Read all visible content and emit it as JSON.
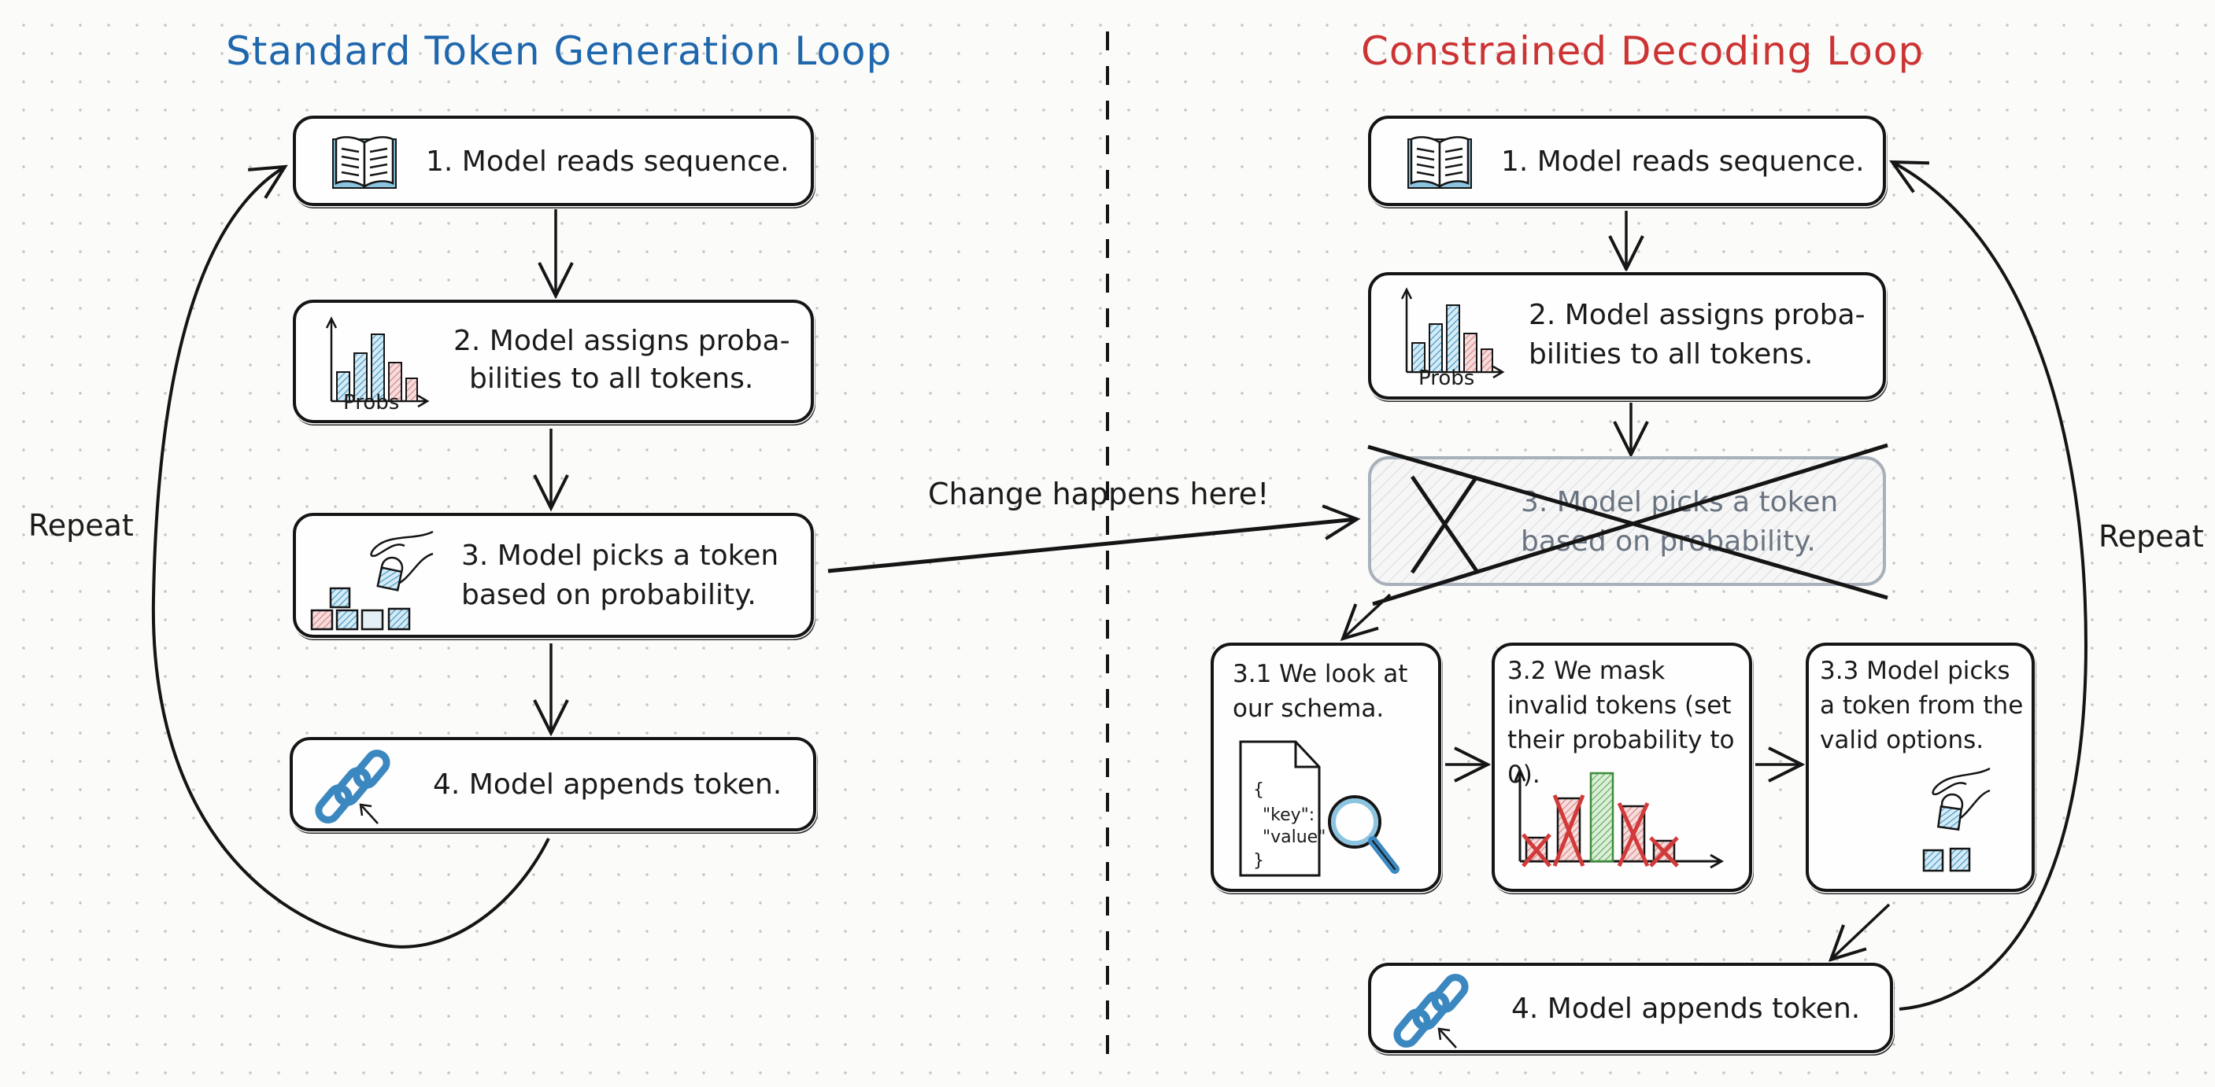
{
  "diagram": {
    "left": {
      "title": "Standard Token Generation Loop",
      "title_color": "#1f67ad",
      "steps": [
        {
          "label": "1. Model reads sequence.",
          "icon": "open-book-icon"
        },
        {
          "label_line1": "2. Model assigns proba-",
          "label_line2": "bilities to all tokens.",
          "icon": "probability-bar-chart-icon",
          "icon_caption": "Probs"
        },
        {
          "label_line1": "3. Model picks a token",
          "label_line2": "based on probability.",
          "icon": "hand-picking-block-icon"
        },
        {
          "label": "4. Model appends token.",
          "icon": "chain-link-icon"
        }
      ],
      "loop_label": "Repeat"
    },
    "right": {
      "title": "Constrained Decoding Loop",
      "title_color": "#cc3333",
      "steps": [
        {
          "label": "1. Model reads sequence.",
          "icon": "open-book-icon"
        },
        {
          "label_line1": "2. Model assigns proba-",
          "label_line2": "bilities to all tokens.",
          "icon": "probability-bar-chart-icon",
          "icon_caption": "Probs"
        },
        {
          "label_line1": "3. Model picks a token",
          "label_line2": "based on probability.",
          "icon": "x-mark-icon",
          "state": "crossed-out"
        },
        {
          "label": "4. Model appends token.",
          "icon": "chain-link-icon"
        }
      ],
      "substeps": [
        {
          "label": "3.1 We look at our schema.",
          "icon": "schema-document-magnifier-icon",
          "schema_lines": [
            "{",
            "\"key\":",
            "\"value\"",
            "}"
          ]
        },
        {
          "label": "3.2 We mask invalid tokens (set their probability to 0).",
          "icon": "masked-bar-chart-icon"
        },
        {
          "label": "3.3 Model picks a token from the valid options.",
          "icon": "hand-picking-block-icon"
        }
      ],
      "loop_label": "Repeat"
    },
    "annotation": "Change happens here!",
    "colors": {
      "blue_fill": "#8cc4e0",
      "red_fill": "#e8a8a8",
      "green_fill": "#8cc48c",
      "mask_red": "#d23a3a",
      "ink": "#151515"
    }
  }
}
